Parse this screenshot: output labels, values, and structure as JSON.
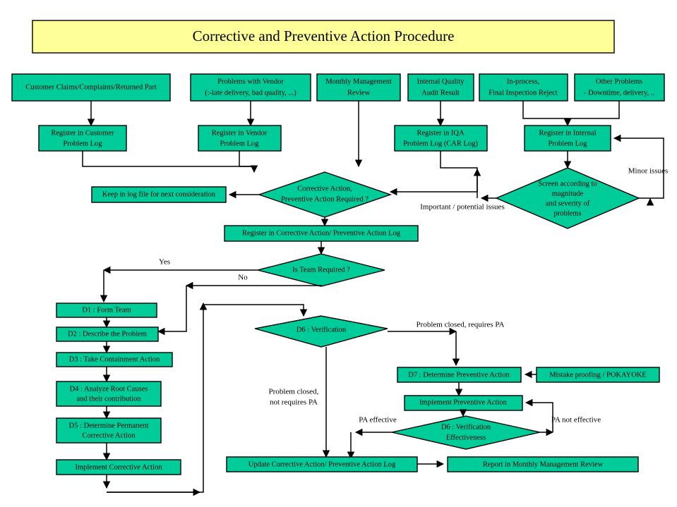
{
  "diagram": {
    "title": "Corrective and Preventive Action Procedure",
    "colors": {
      "title_fill": "#ffff99",
      "node_fill": "#00cc99",
      "stroke": "#000000",
      "background": "#ffffff"
    },
    "inputs": [
      {
        "id": "in1",
        "lines": [
          "Customer Claims/Complaints/Returned Part"
        ]
      },
      {
        "id": "in2",
        "lines": [
          "Problems with Vendor",
          "(:-late delivery, bad quality, ...)"
        ]
      },
      {
        "id": "in3",
        "lines": [
          "Monthly Management",
          "Review"
        ]
      },
      {
        "id": "in4",
        "lines": [
          "Internal Quality",
          "Audit Result"
        ]
      },
      {
        "id": "in5",
        "lines": [
          "In-process,",
          "Final Inspection Reject"
        ]
      },
      {
        "id": "in6",
        "lines": [
          "Other Problems",
          "- Downtime, delivery, .."
        ]
      }
    ],
    "registers": [
      {
        "id": "reg1",
        "lines": [
          "Register in Customer",
          "Problem Log"
        ]
      },
      {
        "id": "reg2",
        "lines": [
          "Register in Vendor",
          "Problem Log"
        ]
      },
      {
        "id": "reg3",
        "lines": [
          "Register in IQA",
          "Problem Log (CAR Log)"
        ]
      },
      {
        "id": "reg4",
        "lines": [
          "Register in Internal",
          "Problem Log"
        ]
      }
    ],
    "decisions": [
      {
        "id": "dec_capa",
        "lines": [
          "Corrective Action,",
          "Preventive Action Required ?"
        ]
      },
      {
        "id": "dec_screen",
        "lines": [
          "Screen according to",
          "magnitude",
          "and severity of",
          "problems"
        ]
      },
      {
        "id": "dec_team",
        "lines": [
          "Is Team Required ?"
        ]
      },
      {
        "id": "dec_d6",
        "lines": [
          "D6 : Verification"
        ]
      },
      {
        "id": "dec_d6eff",
        "lines": [
          "D6 : Verification",
          "Effectiveness"
        ]
      }
    ],
    "process_boxes": [
      {
        "id": "keeplog",
        "lines": [
          "Keep in log file for next consideration"
        ]
      },
      {
        "id": "reg_capa",
        "lines": [
          "Register in Corrective Action/ Preventive Action Log"
        ]
      },
      {
        "id": "d1",
        "lines": [
          "D1 : Form Team"
        ]
      },
      {
        "id": "d2",
        "lines": [
          "D2 : Describe the Problem"
        ]
      },
      {
        "id": "d3",
        "lines": [
          "D3 : Take Containment Action"
        ]
      },
      {
        "id": "d4",
        "lines": [
          "D4 : Analyze Root Causes",
          "and their contribution"
        ]
      },
      {
        "id": "d5",
        "lines": [
          "D5 : Determine Permanent",
          "Corrective Action"
        ]
      },
      {
        "id": "impl_ca",
        "lines": [
          "Implement Corrective Action"
        ]
      },
      {
        "id": "d7",
        "lines": [
          "D7 : Determine Preventive Action"
        ]
      },
      {
        "id": "pokayoke",
        "lines": [
          "Mistake proofing / POKAYOKE"
        ]
      },
      {
        "id": "impl_pa",
        "lines": [
          "Implement Preventive Action"
        ]
      },
      {
        "id": "update_log",
        "lines": [
          "Update Corrective Action/ Preventive Action Log"
        ]
      },
      {
        "id": "report_mmr",
        "lines": [
          "Report in Monthly Management Review"
        ]
      }
    ],
    "edge_labels": [
      {
        "id": "lbl_minor",
        "text": "Minor issues"
      },
      {
        "id": "lbl_important",
        "text": "Important / potential issues"
      },
      {
        "id": "lbl_yes",
        "text": "Yes"
      },
      {
        "id": "lbl_no",
        "text": "No"
      },
      {
        "id": "lbl_pa_req",
        "text": "Problem closed, requires PA"
      },
      {
        "id": "lbl_not_pa_1",
        "text": "Problem closed,"
      },
      {
        "id": "lbl_not_pa_2",
        "text": "not requires PA"
      },
      {
        "id": "lbl_pa_eff",
        "text": "PA effective"
      },
      {
        "id": "lbl_pa_not_eff",
        "text": "PA not effective"
      }
    ]
  }
}
